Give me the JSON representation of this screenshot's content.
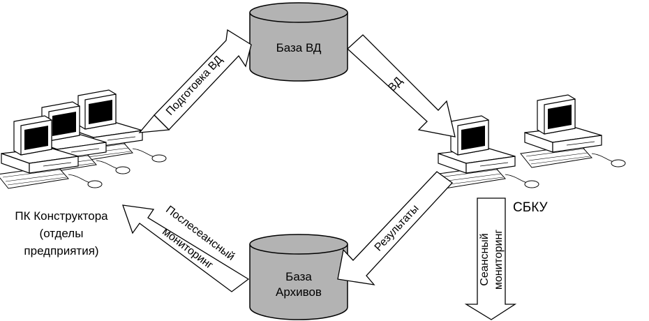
{
  "nodes": {
    "db_top": "База ВД",
    "db_bottom_line1": "База",
    "db_bottom_line2": "Архивов",
    "left_line1": "ПК Конструктора",
    "left_line2": "(отделы",
    "left_line3": "предприятия)",
    "right_label": "СБКУ"
  },
  "arrows": {
    "prep": "Подготовка ВД",
    "vd": "ВД",
    "results": "Результаты",
    "post_line1": "Послесеансный",
    "post_line2": "мониторинг",
    "session_line1": "Сеансный",
    "session_line2": "мониторинг"
  },
  "colors": {
    "cylinder": "#b3b3b3",
    "screen": "#000000",
    "stroke": "#000000"
  }
}
